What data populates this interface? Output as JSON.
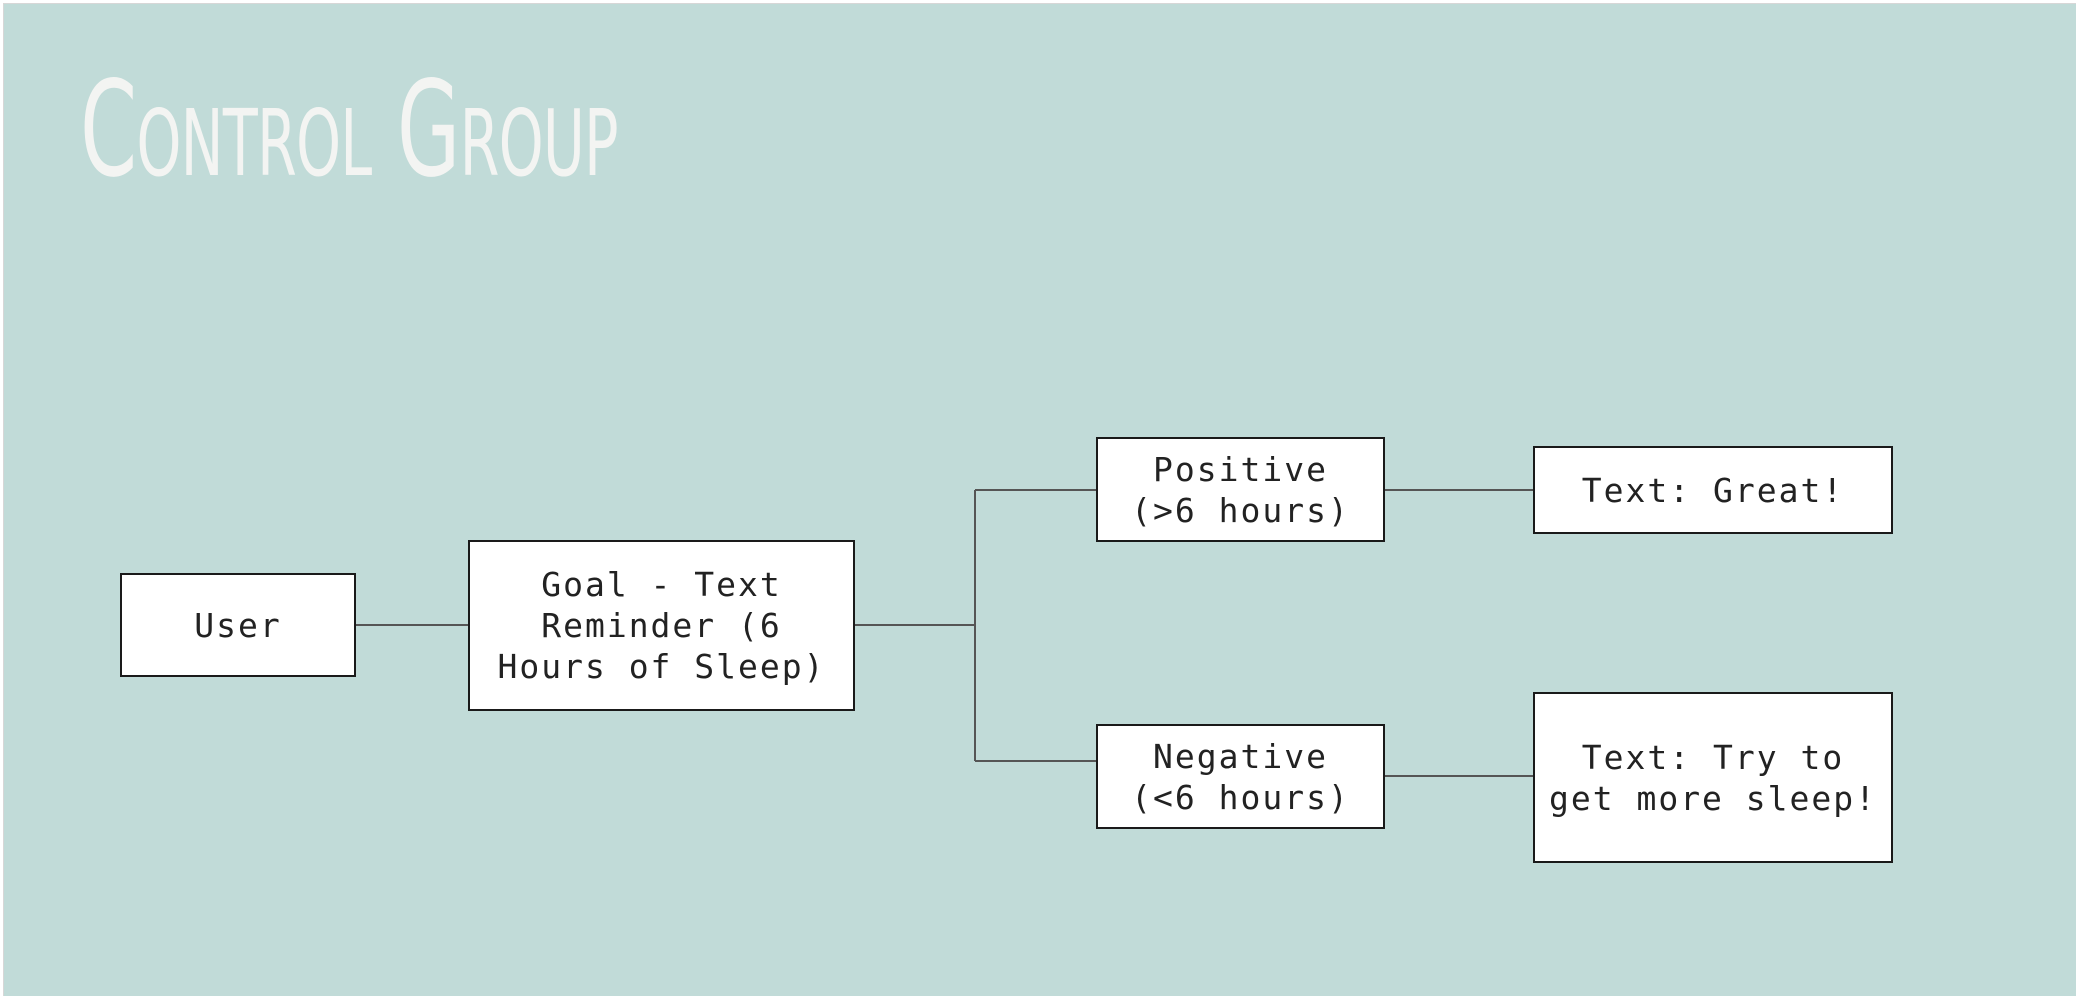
{
  "title": "Control Group",
  "nodes": {
    "user": "User",
    "goal": "Goal - Text\nReminder (6\nHours of Sleep)",
    "positive": "Positive\n(>6 hours)",
    "negative": "Negative\n(<6 hours)",
    "text_great": "Text: Great!",
    "text_sleep": "Text: Try to\nget more sleep!"
  },
  "colors": {
    "background": "#c1dbd8",
    "title": "#f3f4f2",
    "box_fill": "#ffffff",
    "box_border": "#1a1a1a",
    "connector": "#555555"
  }
}
